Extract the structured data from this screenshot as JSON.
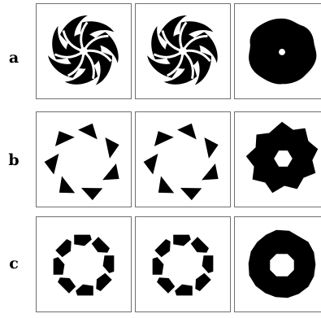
{
  "rows": [
    {
      "label": "a"
    },
    {
      "label": "b"
    },
    {
      "label": "c"
    }
  ],
  "colors": {
    "shape": "#000000",
    "background": "#ffffff",
    "frame": "#6f6f6f"
  }
}
